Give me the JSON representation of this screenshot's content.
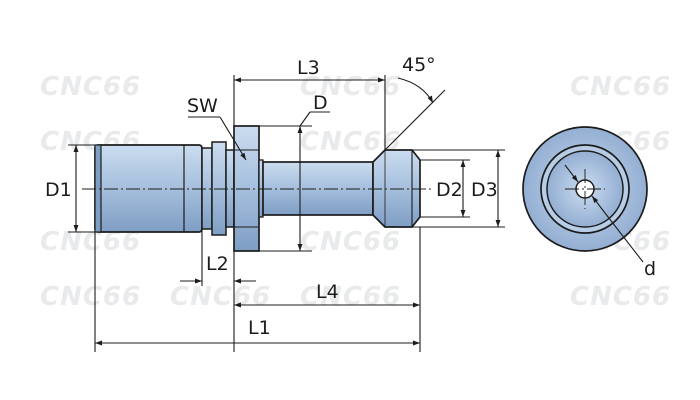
{
  "watermark": {
    "text": "CNC66"
  },
  "colors": {
    "body": "#a9c2df",
    "body_dark": "#7f9ec4",
    "body_light": "#cbdcef",
    "line": "#1c1c1c",
    "watermark": "#e8eaec"
  },
  "labels": {
    "L1": "L1",
    "L2": "L2",
    "L3": "L3",
    "L4": "L4",
    "D": "D",
    "D1": "D1",
    "D2": "D2",
    "D3": "D3",
    "SW": "SW",
    "d": "d",
    "angle": "45°"
  }
}
